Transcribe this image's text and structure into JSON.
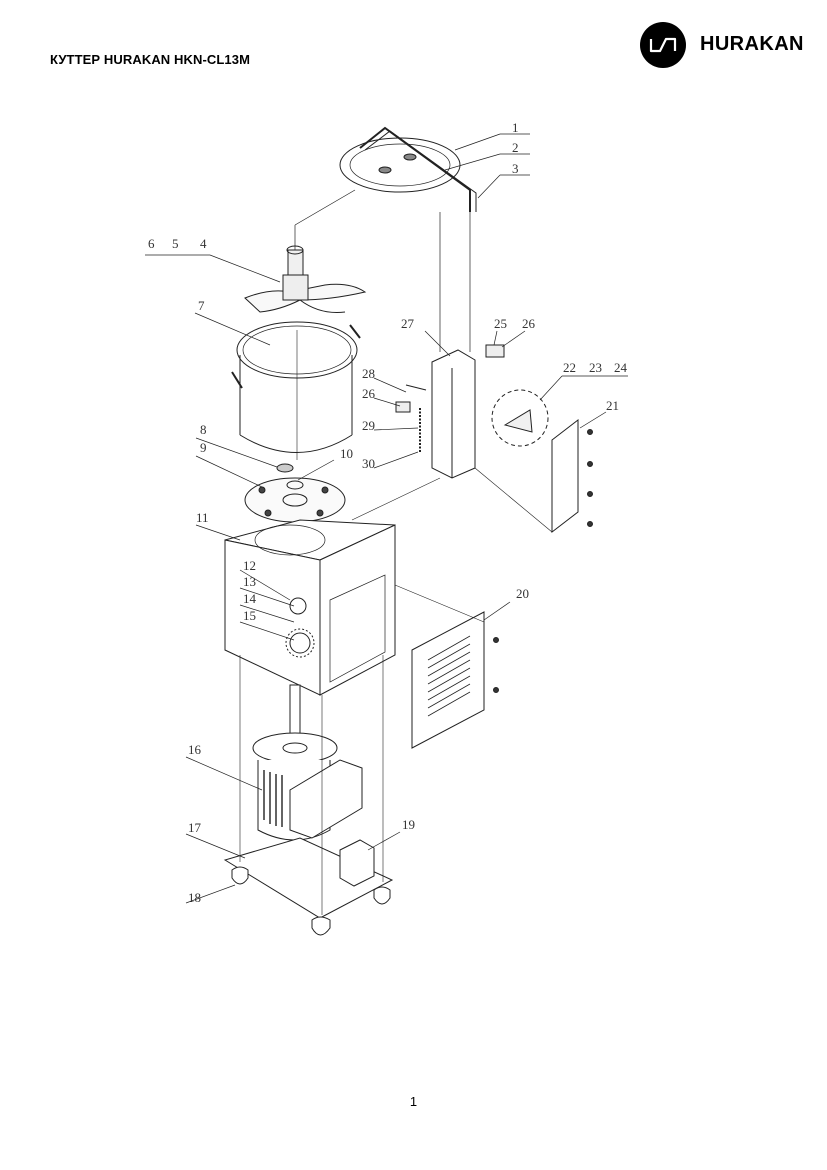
{
  "header": {
    "title": "КУТТЕР HURAKAN HKN-CL13M",
    "brand": "HURAKAN",
    "brand_color": "#000000"
  },
  "diagram": {
    "callouts": [
      "1",
      "2",
      "3",
      "4",
      "5",
      "6",
      "7",
      "8",
      "9",
      "10",
      "11",
      "12",
      "13",
      "14",
      "15",
      "16",
      "17",
      "18",
      "19",
      "20",
      "21",
      "22",
      "23",
      "24",
      "25",
      "26",
      "26",
      "27",
      "28",
      "29",
      "30"
    ]
  },
  "footer": {
    "page_number": "1"
  }
}
